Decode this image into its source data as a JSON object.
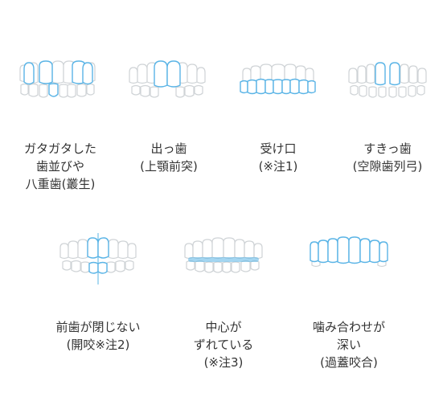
{
  "colors": {
    "accent": "#5ab4e6",
    "outline": "#cfd3d6"
  },
  "items": [
    {
      "icon": "crowded-teeth-icon",
      "lines": [
        "ガタガタした",
        "歯並びや",
        "八重歯(叢生)"
      ]
    },
    {
      "icon": "protruding-teeth-icon",
      "lines": [
        "出っ歯",
        "(上顎前突)"
      ]
    },
    {
      "icon": "underbite-icon",
      "lines": [
        "受け口",
        "(※注1)"
      ]
    },
    {
      "icon": "gapped-teeth-icon",
      "lines": [
        "すきっ歯",
        "(空隙歯列弓)"
      ]
    },
    {
      "icon": "open-bite-icon",
      "lines": [
        "前歯が閉じない",
        "(開咬※注2)"
      ]
    },
    {
      "icon": "midline-shift-icon",
      "lines": [
        "中心が",
        "ずれている",
        "(※注3)"
      ]
    },
    {
      "icon": "deep-bite-icon",
      "lines": [
        "噛み合わせが",
        "深い",
        "(過蓋咬合)"
      ]
    }
  ]
}
